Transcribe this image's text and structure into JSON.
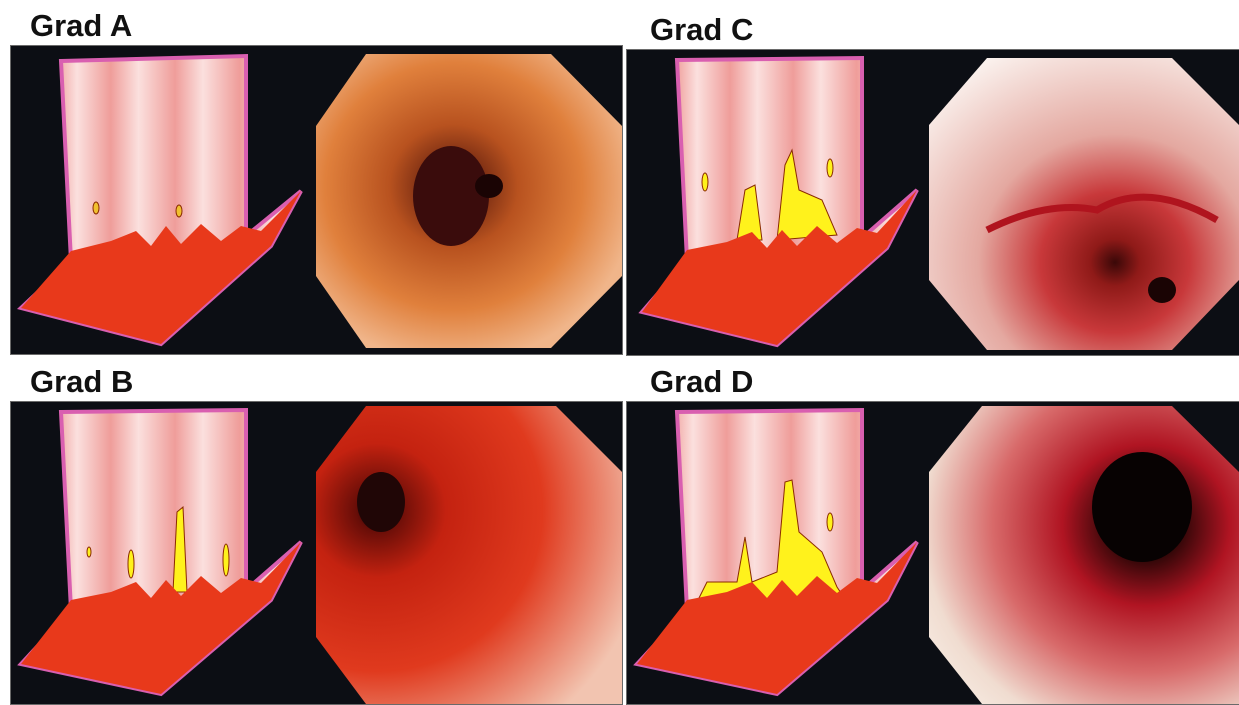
{
  "grades": [
    {
      "label": "Grad A",
      "erosion_level": 0
    },
    {
      "label": "Grad B",
      "erosion_level": 1
    },
    {
      "label": "Grad C",
      "erosion_level": 2
    },
    {
      "label": "Grad D",
      "erosion_level": 3
    }
  ],
  "colors": {
    "panel_bg": "#0c0e14",
    "esophagus_wall": "#f2b3b0",
    "esophagus_outline": "#d95fb0",
    "stomach_red": "#e8391b",
    "erosion_yellow": "#fff21c",
    "endoscopy_a": "#d9652e",
    "endoscopy_b": "#d92a12",
    "endoscopy_c": "#e8b7ad",
    "endoscopy_d": "#c01824"
  },
  "icons": [
    "esophagus-diagram-icon",
    "endoscopy-photo-icon"
  ]
}
